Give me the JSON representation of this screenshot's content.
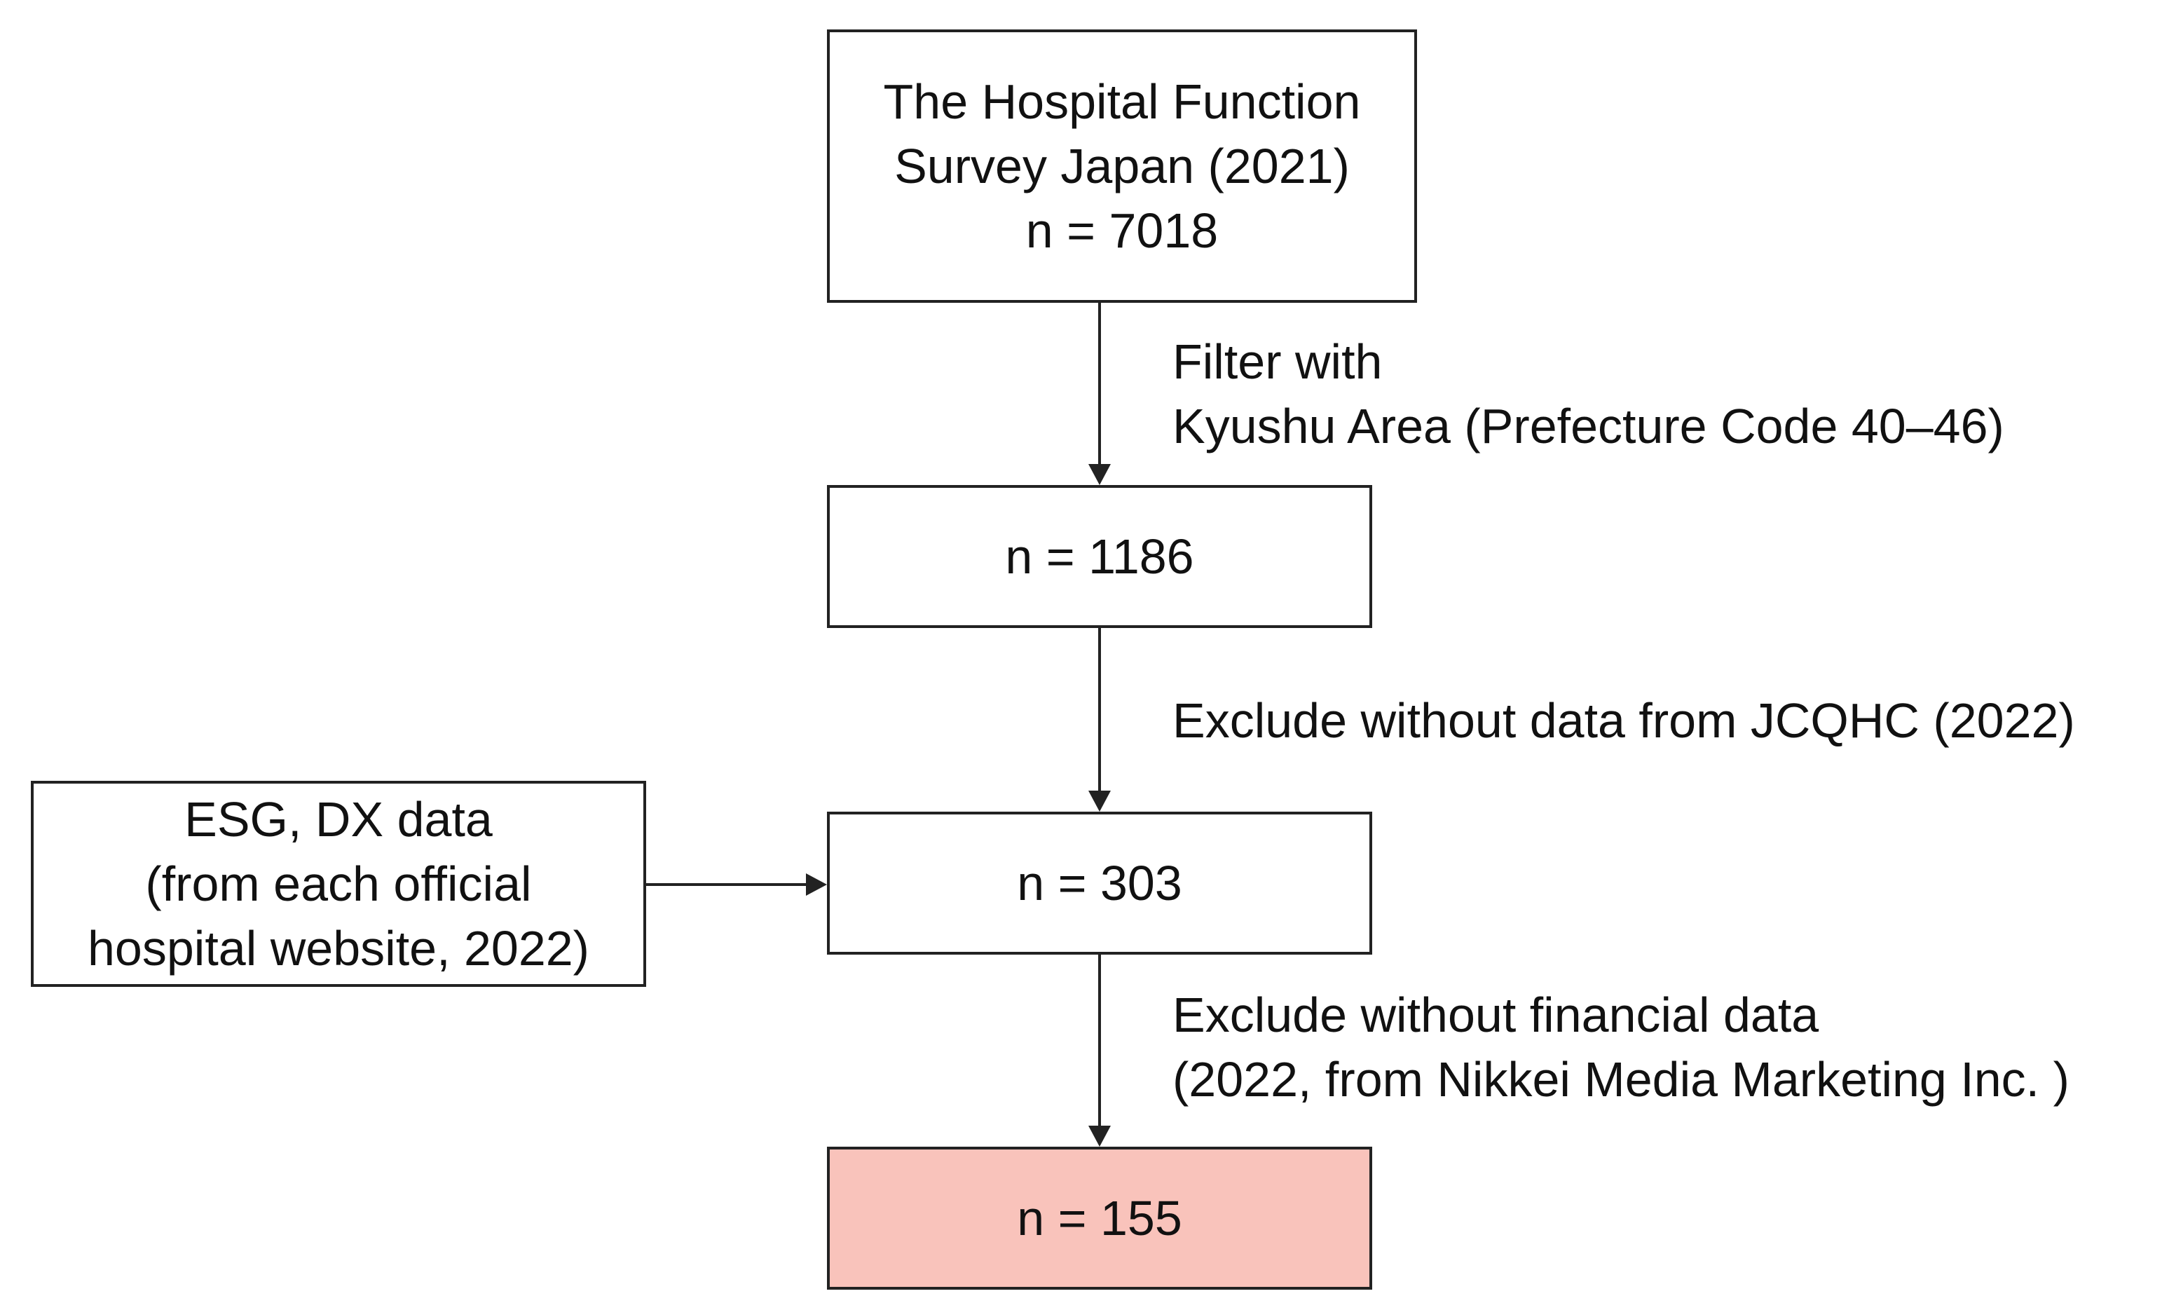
{
  "diagram": {
    "boxes": {
      "source": {
        "lines": [
          "The Hospital Function",
          "Survey Japan (2021)",
          "n = 7018"
        ]
      },
      "kyushu": {
        "lines": [
          "n = 1186"
        ]
      },
      "jcqhc": {
        "lines": [
          "n = 303"
        ]
      },
      "final": {
        "lines": [
          "n = 155"
        ],
        "fill_color": "#f9c3bb"
      },
      "esg_dx": {
        "lines": [
          "ESG, DX data",
          "(from each official",
          "hospital website, 2022)"
        ]
      }
    },
    "steps": {
      "filter_kyushu": {
        "lines": [
          "Filter with",
          "Kyushu Area (Prefecture Code 40–46)"
        ]
      },
      "exclude_jcqhc": {
        "lines": [
          "Exclude without data from JCQHC (2022)"
        ]
      },
      "exclude_financial": {
        "lines": [
          "Exclude without financial data",
          "(2022, from Nikkei Media Marketing Inc. )"
        ]
      }
    }
  }
}
